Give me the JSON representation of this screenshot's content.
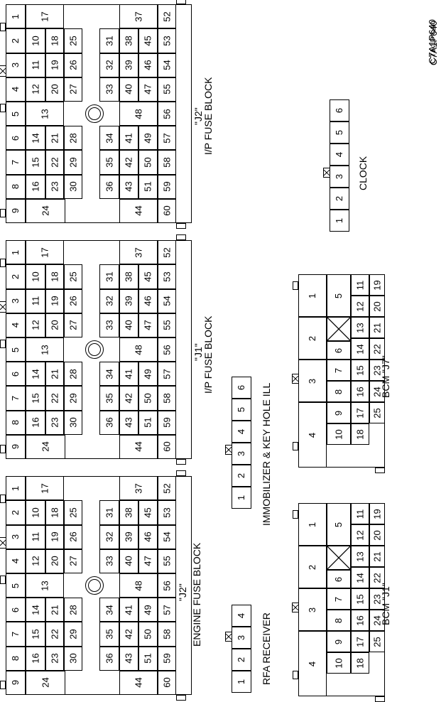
{
  "figure_code": "C7A1P640",
  "fuse_blocks": [
    {
      "id": "engine-fuse-block",
      "title_line1": "\"J2\"",
      "title_line2": "ENGINE FUSE BLOCK"
    },
    {
      "id": "ip-fuse-block-j1",
      "title_line1": "\"J1\"",
      "title_line2": "I/P FUSE BLOCK"
    },
    {
      "id": "ip-fuse-block-j2",
      "title_line1": "\"J2\"",
      "title_line2": "I/P FUSE BLOCK"
    }
  ],
  "fuse_block_pins": [
    "1",
    "2",
    "3",
    "4",
    "5",
    "6",
    "7",
    "8",
    "9",
    "10",
    "11",
    "12",
    "13",
    "14",
    "15",
    "16",
    "17",
    "18",
    "19",
    "20",
    "21",
    "22",
    "23",
    "24",
    "25",
    "26",
    "27",
    "28",
    "29",
    "30",
    "31",
    "32",
    "33",
    "34",
    "35",
    "36",
    "37",
    "38",
    "39",
    "40",
    "41",
    "42",
    "43",
    "44",
    "45",
    "46",
    "47",
    "48",
    "49",
    "50",
    "51",
    "52",
    "53",
    "54",
    "55",
    "56",
    "57",
    "58",
    "59",
    "60"
  ],
  "bcm_connectors": [
    {
      "id": "bcm-j1",
      "label": "BCM \"J1\""
    },
    {
      "id": "bcm-j7",
      "label": "BCM \"J7\""
    }
  ],
  "bcm_pins": [
    "1",
    "2",
    "3",
    "4",
    "5",
    "6",
    "7",
    "8",
    "9",
    "10",
    "11",
    "12",
    "13",
    "14",
    "15",
    "16",
    "17",
    "18",
    "19",
    "20",
    "21",
    "22",
    "23",
    "24",
    "25"
  ],
  "rfa_receiver": {
    "label": "RFA RECEIVER",
    "pins": [
      "1",
      "2",
      "3",
      "4"
    ]
  },
  "immobilizer": {
    "label": "IMMOBILIZER & KEY HOLE ILL",
    "pins": [
      "1",
      "2",
      "3",
      "4",
      "5",
      "6"
    ]
  },
  "clock": {
    "label": "CLOCK",
    "pins": [
      "1",
      "2",
      "3",
      "4",
      "5",
      "6"
    ]
  }
}
